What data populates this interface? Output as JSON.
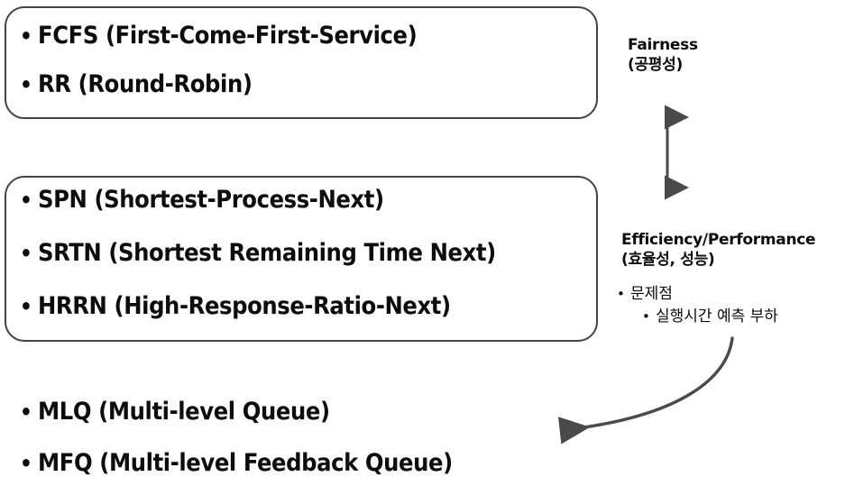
{
  "slide": {
    "background_color": "#ffffff",
    "text_color": "#0d0d0d",
    "box_border_color": "#434343",
    "arrow_color": "#4a4a4a"
  },
  "groups": [
    {
      "id": "fairness-group",
      "criterion": "Fairness",
      "items": [
        {
          "bullet": "•",
          "text": "FCFS (First-Come-First-Service)"
        },
        {
          "bullet": "•",
          "text": "RR (Round-Robin)"
        }
      ]
    },
    {
      "id": "efficiency-group",
      "criterion": "Efficiency/Performance",
      "items": [
        {
          "bullet": "•",
          "text": "SPN (Shortest-Process-Next)"
        },
        {
          "bullet": "•",
          "text": "SRTN (Shortest Remaining Time Next)"
        },
        {
          "bullet": "•",
          "text": "HRRN (High-Response-Ratio-Next)"
        }
      ]
    },
    {
      "id": "multilevel-group",
      "criterion": "",
      "items": [
        {
          "bullet": "•",
          "text": "MLQ (Multi-level Queue)"
        },
        {
          "bullet": "•",
          "text": "MFQ (Multi-level Feedback Queue)"
        }
      ]
    }
  ],
  "annotations": {
    "fairness": {
      "line1": "Fairness",
      "line2": "(공평성)"
    },
    "efficiency": {
      "line1": "Efficiency/Performance",
      "line2": "(효율성, 성능)",
      "sub_bullet": "•",
      "sub_text": "문제점",
      "sub_sub_bullet": "•",
      "sub_sub_text": "실행시간 예측 부하"
    }
  },
  "arrows": {
    "vertical_double": {
      "name": "fairness-efficiency-tradeoff-arrow",
      "direction": "double-headed-vertical"
    },
    "curved": {
      "name": "leads-to-multilevel-arrow",
      "direction": "curved-down-left"
    }
  }
}
